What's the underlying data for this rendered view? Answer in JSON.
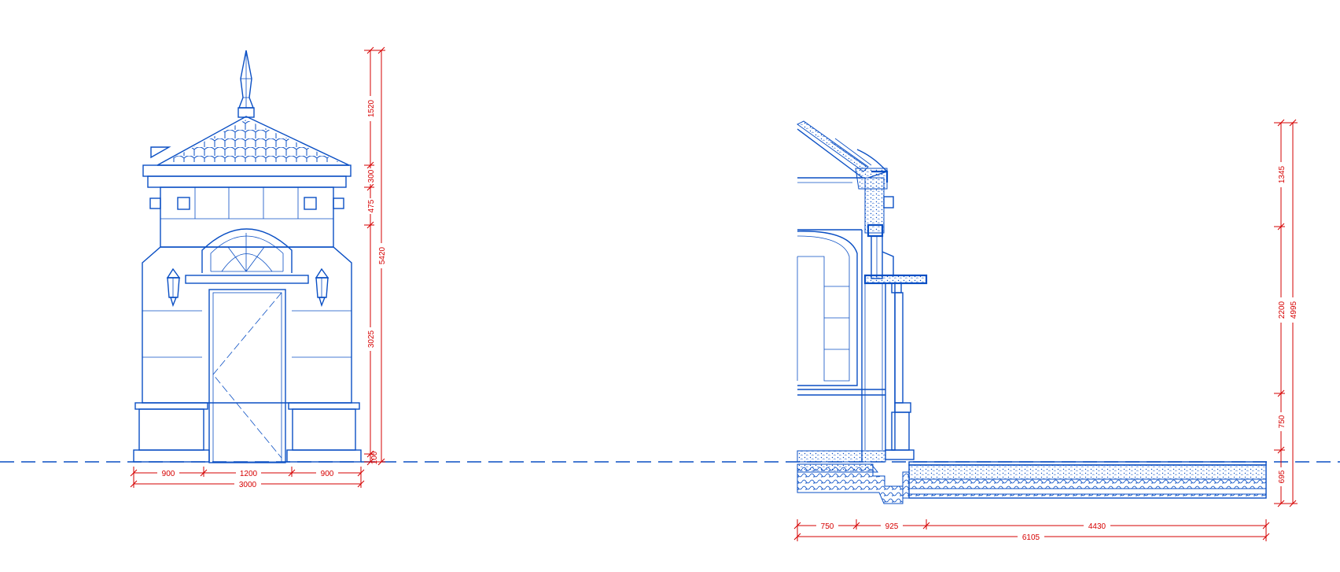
{
  "colors": {
    "line": "#0a4fc4",
    "dimension": "#d60000",
    "background": "#ffffff"
  },
  "elevation": {
    "dims_horizontal": {
      "left": "900",
      "middle": "1200",
      "right": "900",
      "total": "3000"
    },
    "dims_vertical": {
      "spire": "1520",
      "cornice": "300",
      "frieze": "475",
      "wall": "3025",
      "base": "100",
      "total": "5420"
    }
  },
  "section": {
    "dims_horizontal": {
      "seg1": "750",
      "seg2": "925",
      "seg3": "4430",
      "total": "6105"
    },
    "dims_vertical": {
      "roof": "1345",
      "wall": "2200",
      "lower": "750",
      "below_ground": "695",
      "total": "4995"
    }
  }
}
